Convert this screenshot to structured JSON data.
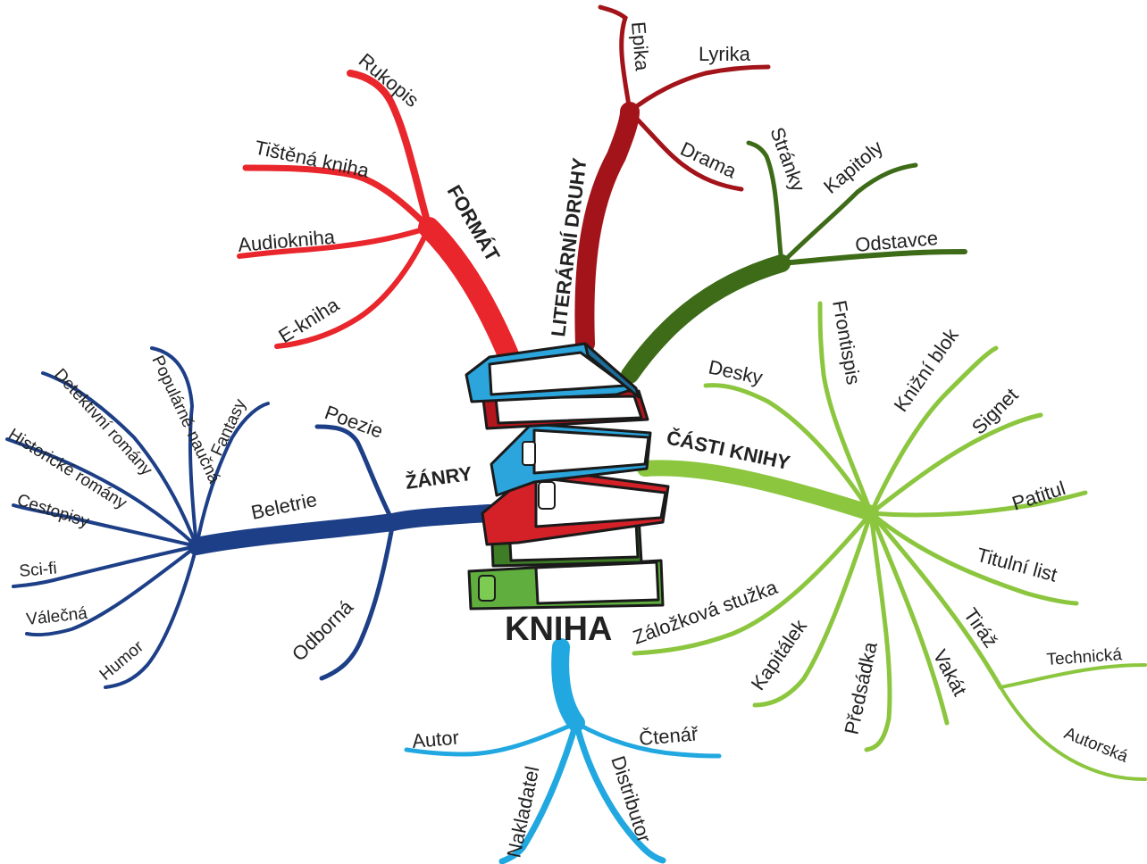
{
  "center": {
    "label": "KNIHA"
  },
  "colors": {
    "format": "#e8262c",
    "druhy": "#a3131a",
    "casti_top": "#3d6b17",
    "casti": "#8cc63f",
    "zanry": "#1d3f87",
    "role": "#22a8e0"
  },
  "branches": {
    "format": {
      "label": "FORMÁT",
      "items": [
        "Rukopis",
        "Tištěná kniha",
        "Audiokniha",
        "E-kniha"
      ]
    },
    "druhy": {
      "label": "LITERÁRNÍ DRUHY",
      "items": [
        "Epika",
        "Lyrika",
        "Drama"
      ]
    },
    "struktura": {
      "items": [
        "Stránky",
        "Kapitoly",
        "Odstavce"
      ]
    },
    "casti": {
      "label": "ČÁSTI KNIHY",
      "items": [
        "Desky",
        "Frontispis",
        "Knižní blok",
        "Signet",
        "Patitul",
        "Titulní list",
        "Tiráž",
        "Vakát",
        "Předsádka",
        "Kapitálek",
        "Záložková stužka"
      ],
      "tiraz_items": [
        "Technická",
        "Autorská"
      ]
    },
    "zanry": {
      "label": "ŽÁNRY",
      "beletrie": "Beletrie",
      "beletrie_items": [
        "Populárně-naučná",
        "Fantasy",
        "Detektivní romány",
        "Historické romány",
        "Cestopisy",
        "Sci-fi",
        "Válečná",
        "Humor"
      ],
      "other_items": [
        "Poezie",
        "Odborná"
      ]
    },
    "role": {
      "items": [
        "Autor",
        "Čtenář",
        "Nakladatel",
        "Distributor"
      ]
    }
  }
}
